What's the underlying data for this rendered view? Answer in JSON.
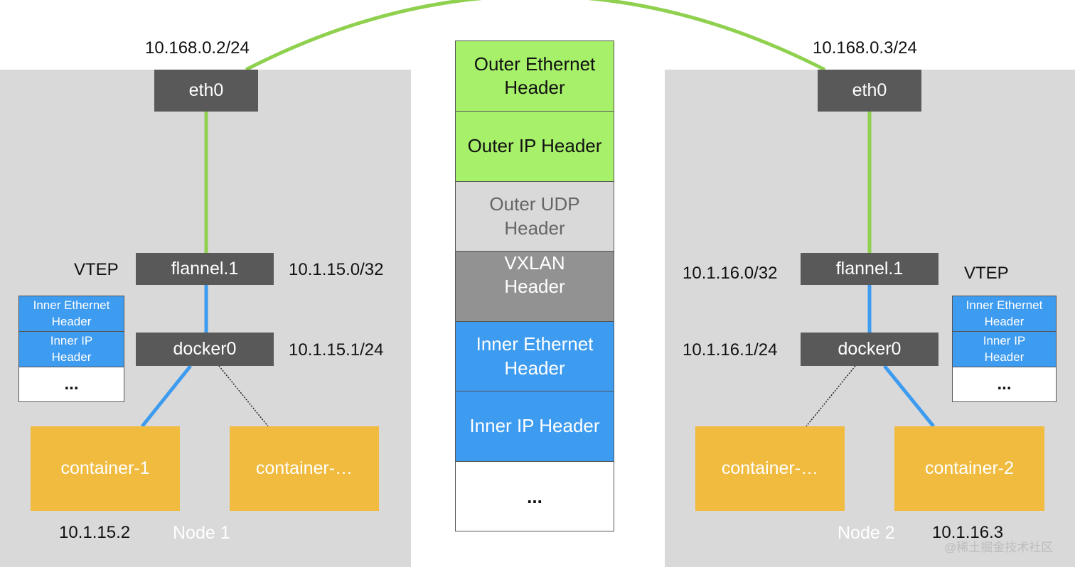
{
  "node1": {
    "name": "Node 1",
    "eth0": {
      "label": "eth0",
      "ip": "10.168.0.2/24"
    },
    "vtep_label": "VTEP",
    "flannel": {
      "label": "flannel.1",
      "ip": "10.1.15.0/32"
    },
    "docker0": {
      "label": "docker0",
      "ip": "10.1.15.1/24"
    },
    "containers": [
      {
        "label": "container-1",
        "ip": "10.1.15.2"
      },
      {
        "label": "container-…"
      }
    ],
    "mini_packet": {
      "rows": [
        "Inner Ethernet Header",
        "Inner IP Header",
        "..."
      ]
    }
  },
  "node2": {
    "name": "Node 2",
    "eth0": {
      "label": "eth0",
      "ip": "10.168.0.3/24"
    },
    "vtep_label": "VTEP",
    "flannel": {
      "label": "flannel.1",
      "ip": "10.1.16.0/32"
    },
    "docker0": {
      "label": "docker0",
      "ip": "10.1.16.1/24"
    },
    "containers": [
      {
        "label": "container-…"
      },
      {
        "label": "container-2",
        "ip": "10.1.16.3"
      }
    ],
    "mini_packet": {
      "rows": [
        "Inner Ethernet Header",
        "Inner IP Header",
        "..."
      ]
    }
  },
  "packet_stack": {
    "segments": [
      {
        "label": "Outer Ethernet Header",
        "color": "#a6f06a"
      },
      {
        "label": "Outer IP Header",
        "color": "#a6f06a"
      },
      {
        "label": "Outer UDP Header",
        "color": "#d9d9d9"
      },
      {
        "label": "VXLAN Header",
        "color": "#929292"
      },
      {
        "label": "Inner Ethernet Header",
        "color": "#3d9bf0"
      },
      {
        "label": "Inner IP Header",
        "color": "#3d9bf0"
      },
      {
        "label": "...",
        "color": "#ffffff"
      }
    ]
  },
  "colors": {
    "node_bg": "#d9d9d9",
    "device": "#595959",
    "container": "#f0bb3f",
    "underlay_link": "#8fd14f",
    "overlay_link": "#3d9bf0"
  },
  "watermark": "@稀土掘金技术社区"
}
